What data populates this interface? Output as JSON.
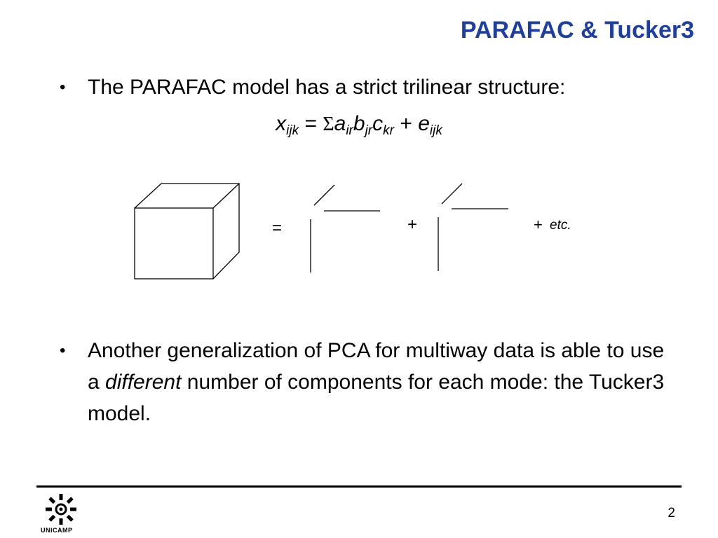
{
  "slide": {
    "title": "PARAFAC & Tucker3",
    "bullets": [
      {
        "text": "The PARAFAC model has a strict trilinear structure:"
      },
      {
        "text_before": "Another generalization of PCA for multiway data is able to use a ",
        "emphasis": "different",
        "text_after": " number of components for each mode: the Tucker3 model."
      }
    ],
    "formula": {
      "x": "x",
      "x_sub": "ijk",
      "equals": "=",
      "sigma": "Σ",
      "a": "a",
      "a_sub": "ir",
      "b": "b",
      "b_sub": "jr",
      "c": "c",
      "c_sub": "kr",
      "plus": "+",
      "e": "e",
      "e_sub": "ijk"
    },
    "diagram": {
      "equals": "=",
      "plus": "+",
      "etc_plus": "+",
      "etc": "etc."
    },
    "footer": {
      "logo_text": "UNICAMP",
      "page_number": "2"
    }
  }
}
